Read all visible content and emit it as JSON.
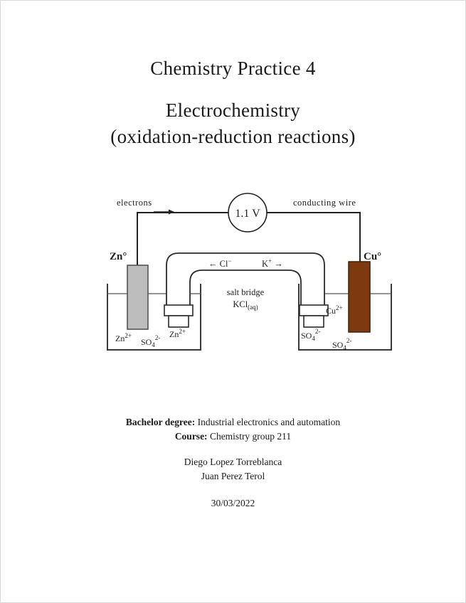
{
  "page": {
    "title": "Chemistry Practice 4",
    "subtitle": "Electrochemistry",
    "subtitle2": "(oxidation-reduction reactions)"
  },
  "diagram": {
    "electrons": "electrons",
    "conducting_wire": "conducting wire",
    "voltage": "1.1 V",
    "zn_label": "Zn°",
    "cu_label": "Cu°",
    "tube_left": {
      "text": "← Cl",
      "sup": "−"
    },
    "tube_right": {
      "text": "K",
      "sup": "+",
      "arrow": " →"
    },
    "salt_bridge": "salt bridge",
    "kcl": {
      "text": "KCl",
      "sub": "(aq)"
    },
    "ions": {
      "zn1": {
        "f": "Zn",
        "sup": "2+"
      },
      "so4_1": {
        "f": "SO",
        "sub": "4",
        "sup": "2-"
      },
      "zn2": {
        "f": "Zn",
        "sup": "2+"
      },
      "so4_2": {
        "f": "SO",
        "sub": "4",
        "sup": "2-"
      },
      "cu": {
        "f": "Cu",
        "sup": "2+"
      },
      "so4_3": {
        "f": "SO",
        "sub": "4",
        "sup": "2-"
      }
    },
    "colors": {
      "zinc_electrode": "#bdbdbd",
      "copper_electrode": "#7c3a0e",
      "line": "#2a2a2a"
    }
  },
  "footer": {
    "degree_label": "Bachelor degree:",
    "degree_value": "Industrial electronics and automation",
    "course_label": "Course:",
    "course_value": "Chemistry group 211",
    "authors": [
      "Diego Lopez Torreblanca",
      "Juan Perez Terol"
    ],
    "date": "30/03/2022"
  }
}
